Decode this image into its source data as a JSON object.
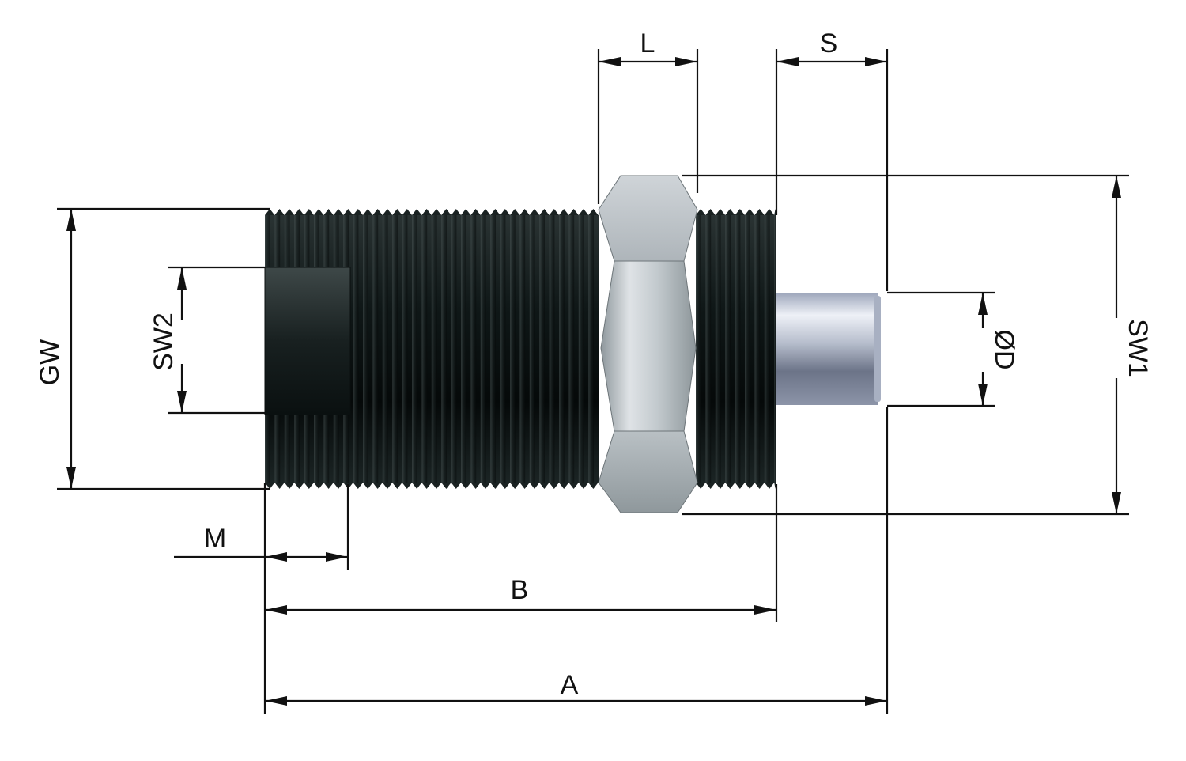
{
  "diagram": {
    "labels": {
      "L": "L",
      "S": "S",
      "GW": "GW",
      "SW2": "SW2",
      "SW1": "SW1",
      "OD": "ØD",
      "M": "M",
      "B": "B",
      "A": "A"
    },
    "colors": {
      "line": "#111111",
      "thread_dark": "#0d1414",
      "thread_light": "#3a4444",
      "nut_light": "#d9dde0",
      "nut_mid": "#a9b0b4",
      "nut_dark": "#7c8488",
      "plunger_light": "#e8ecf4",
      "plunger_mid": "#9aa3b8",
      "plunger_dark": "#5d6577"
    }
  }
}
